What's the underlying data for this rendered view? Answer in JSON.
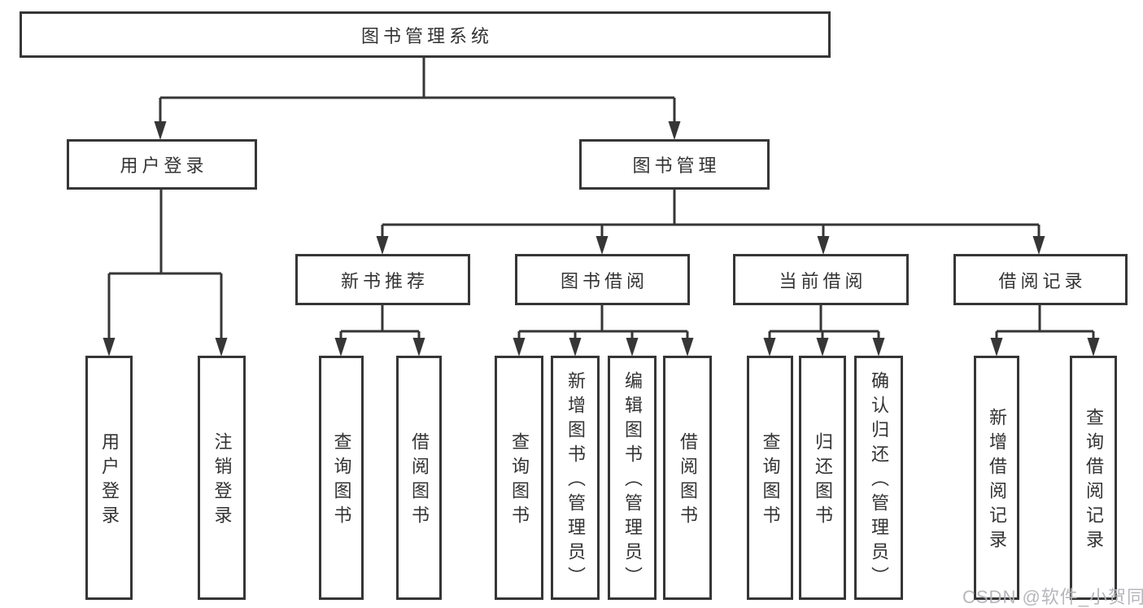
{
  "colors": {
    "background": "#ffffff",
    "line": "#363636",
    "box_border": "#363636",
    "box_fill": "#ffffff",
    "text": "#333333",
    "watermark": "#b2b2b8"
  },
  "tree": {
    "root": {
      "label": "图书管理系统"
    },
    "branches": [
      {
        "label": "用户登录",
        "children": [
          {
            "label": "用户登录"
          },
          {
            "label": "注销登录"
          }
        ]
      },
      {
        "label": "图书管理",
        "children": [
          {
            "label": "新书推荐",
            "children": [
              {
                "label": "查询图书"
              },
              {
                "label": "借阅图书"
              }
            ]
          },
          {
            "label": "图书借阅",
            "children": [
              {
                "label": "查询图书"
              },
              {
                "label": "新增图书（管理员）"
              },
              {
                "label": "编辑图书（管理员）"
              },
              {
                "label": "借阅图书"
              }
            ]
          },
          {
            "label": "当前借阅",
            "children": [
              {
                "label": "查询图书"
              },
              {
                "label": "归还图书"
              },
              {
                "label": "确认归还（管理员）"
              }
            ]
          },
          {
            "label": "借阅记录",
            "children": [
              {
                "label": "新增借阅记录"
              },
              {
                "label": "查询借阅记录"
              }
            ]
          }
        ]
      }
    ]
  },
  "watermark": "CSDN @软件_小贺同学"
}
